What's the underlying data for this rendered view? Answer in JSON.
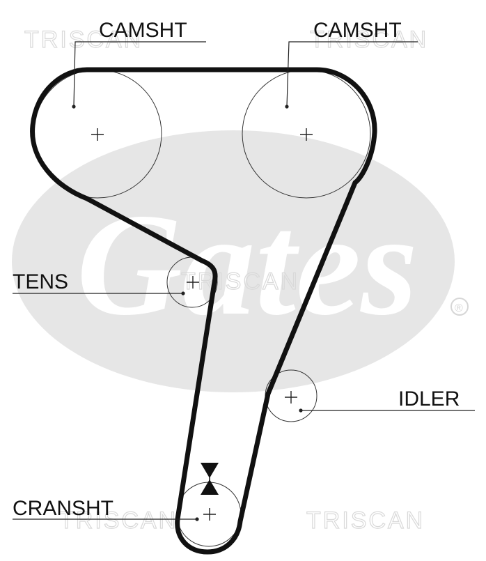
{
  "labels": {
    "camshaft_left": "CAMSHT",
    "camshaft_right": "CAMSHT",
    "tensioner": "TENS",
    "idler": "IDLER",
    "crankshaft": "CRANSHT"
  },
  "watermark": {
    "text": "TRISCAN",
    "logo_text": "Gates",
    "registered_mark": "®"
  },
  "colors": {
    "belt": "#111111",
    "watermark_logo": "#e6e6e6",
    "watermark_text": "#d9d9d9",
    "label": "#111111"
  }
}
